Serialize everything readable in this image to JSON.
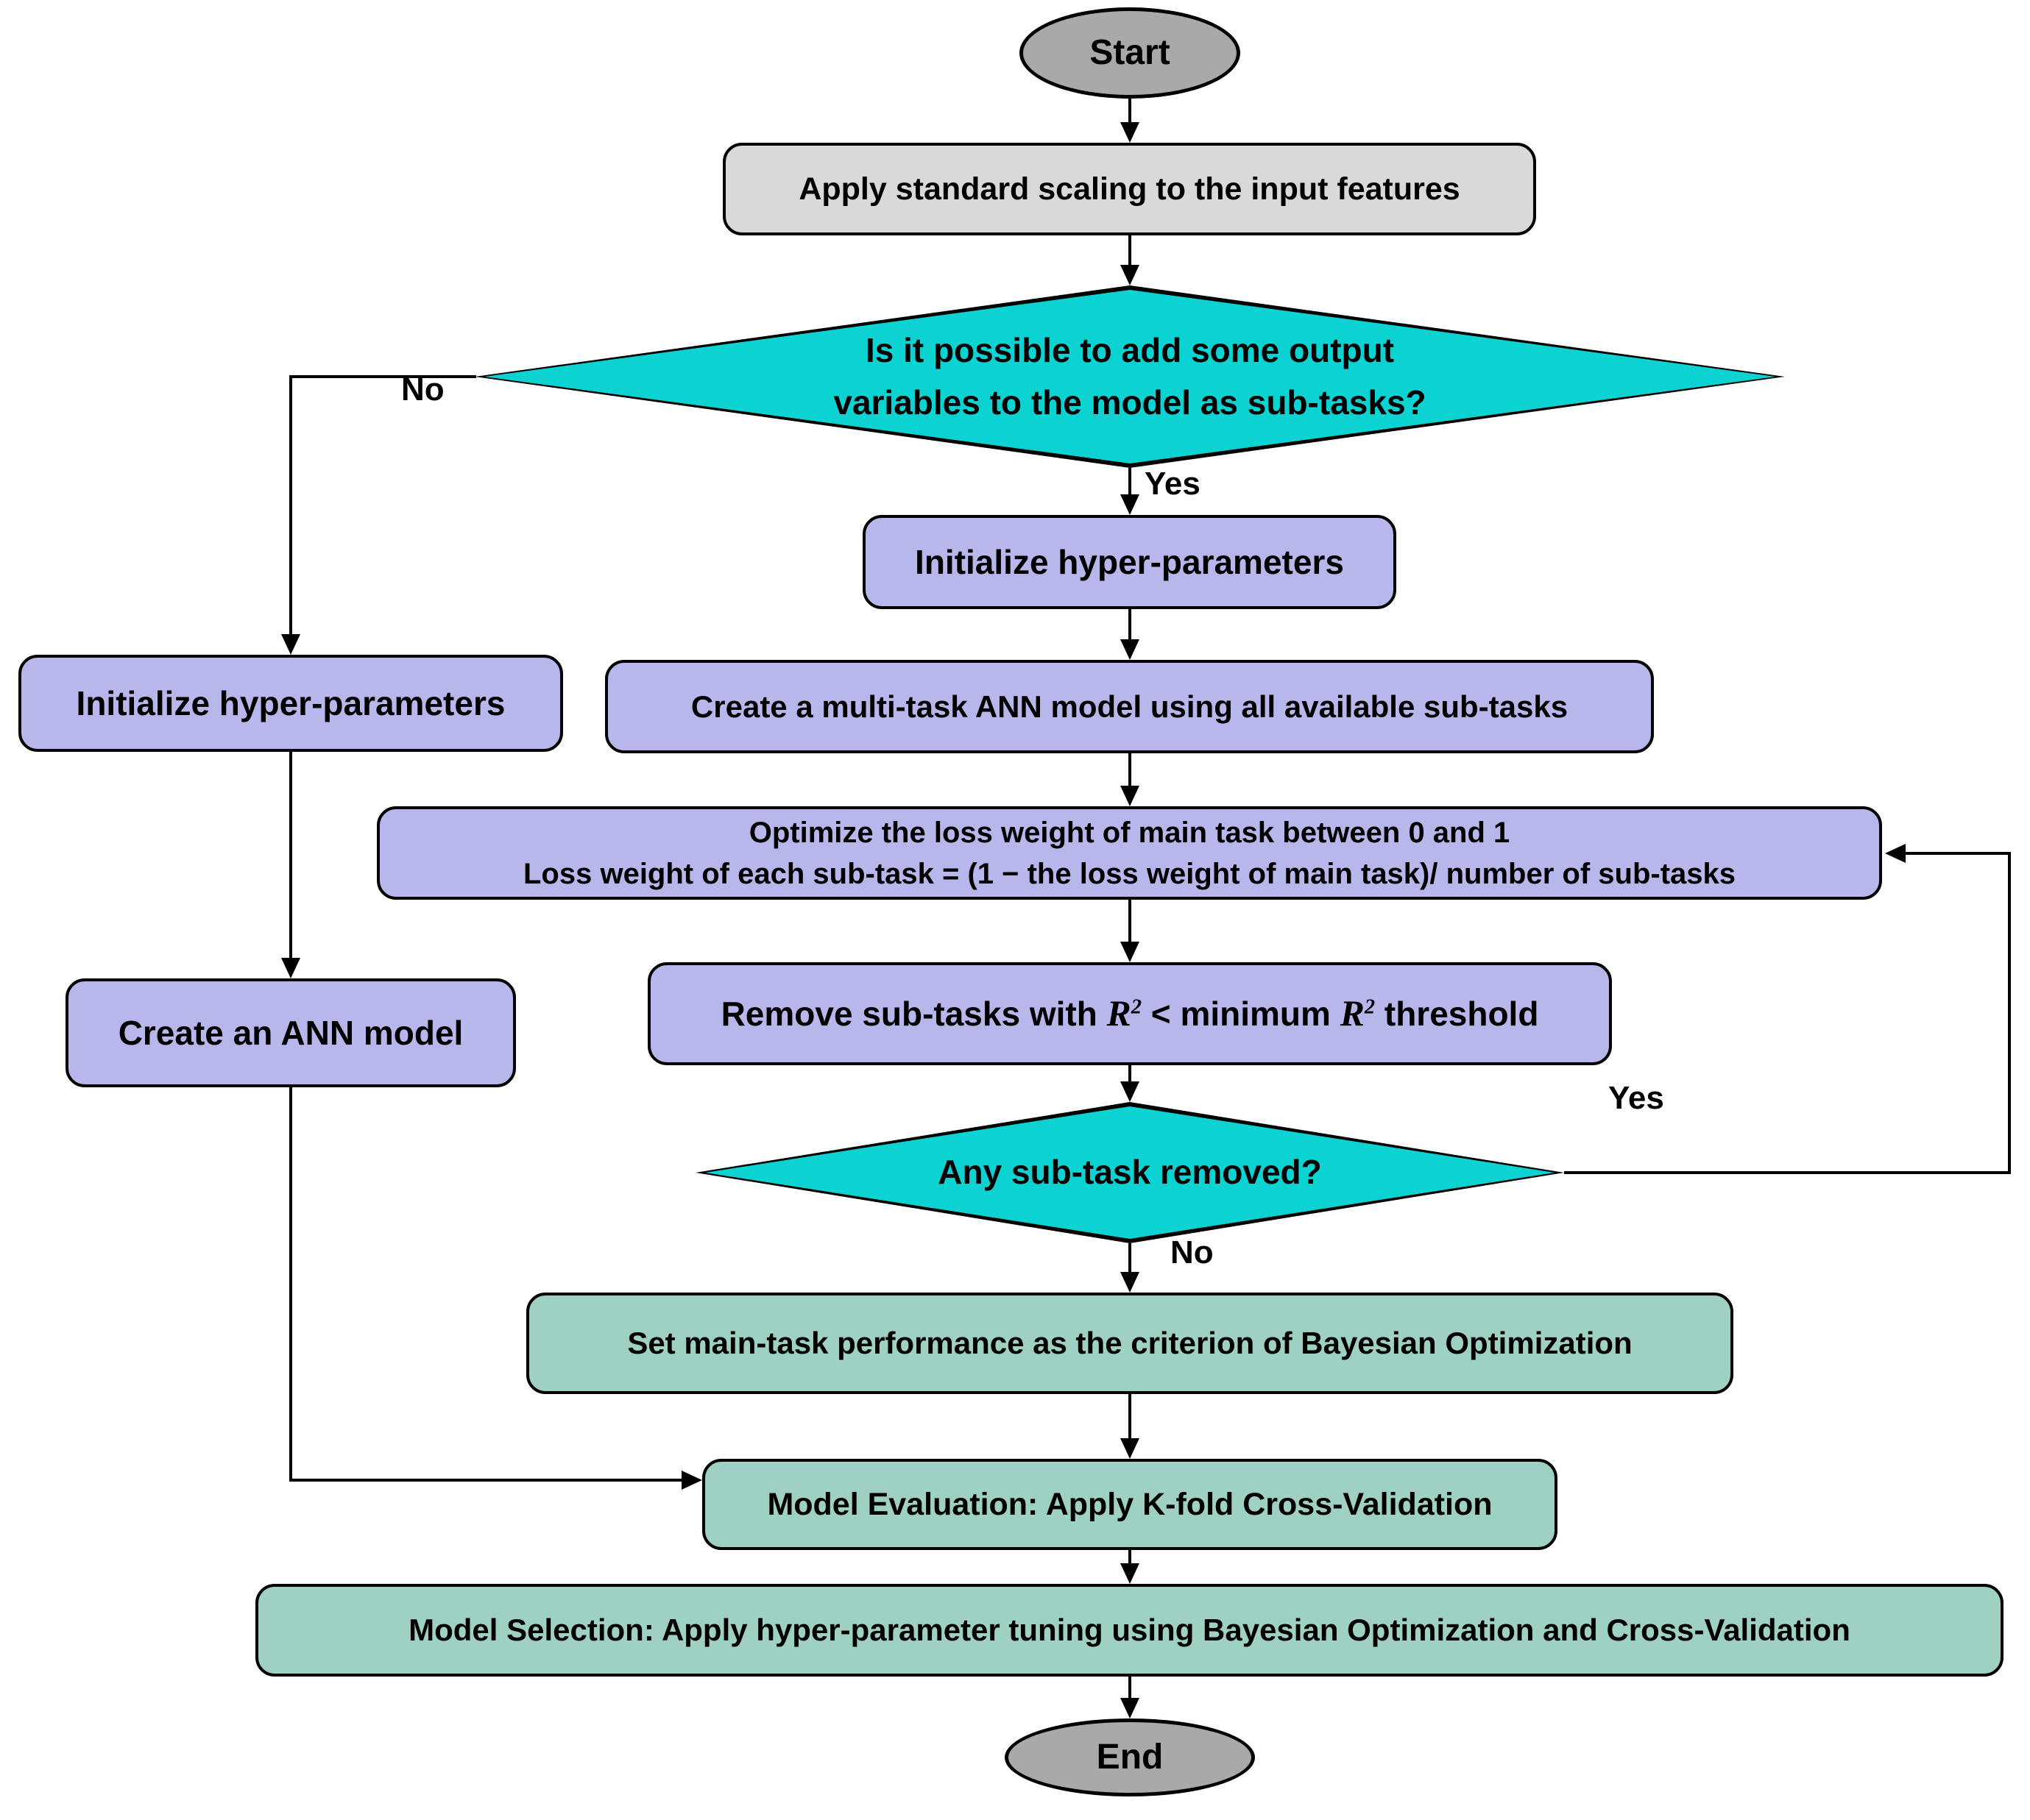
{
  "colors": {
    "terminal_fill": "#a9a9a9",
    "process_fill": "#d9d9d9",
    "decision_fill": "#0dd2d2",
    "subtask_fill": "#b8b7ec",
    "final_fill": "#9ed0c3",
    "stroke": "#000000"
  },
  "nodes": {
    "start": {
      "label": "Start"
    },
    "scale": {
      "label": "Apply standard scaling to the input features"
    },
    "decision_subtasks": {
      "line1": "Is it possible to add some output",
      "line2": "variables to the model as sub-tasks?"
    },
    "init_left": {
      "label": "Initialize hyper-parameters"
    },
    "init_center": {
      "label": "Initialize hyper-parameters"
    },
    "create_ann": {
      "label": "Create an ANN model"
    },
    "create_multitask": {
      "label": "Create a multi-task ANN model using all available sub-tasks"
    },
    "optimize": {
      "line1": "Optimize the loss weight of main task between 0 and 1",
      "line2": "Loss weight of each sub-task = (1 − the loss weight of main task)/ number of sub-tasks"
    },
    "remove": {
      "pre": "Remove sub-tasks with ",
      "r1": "R",
      "exp1": "2",
      "mid": " < minimum ",
      "r2": "R",
      "exp2": "2",
      "post": " threshold"
    },
    "decision_removed": {
      "label": "Any sub-task removed?"
    },
    "set_criterion": {
      "label": "Set main-task performance as the criterion of Bayesian Optimization"
    },
    "model_eval": {
      "label": "Model Evaluation: Apply K-fold Cross-Validation"
    },
    "model_selection": {
      "label": "Model Selection: Apply hyper-parameter tuning using Bayesian Optimization and Cross-Validation"
    },
    "end": {
      "label": "End"
    }
  },
  "edge_labels": {
    "no_branch": "No",
    "yes_branch": "Yes",
    "yes_loop": "Yes",
    "no_continue": "No"
  }
}
